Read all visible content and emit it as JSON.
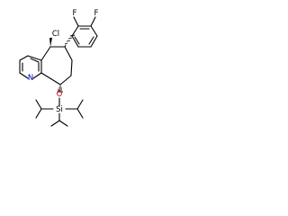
{
  "molecule": {
    "atom_labels": {
      "chlorine": "Cl",
      "fluorine_1": "F",
      "fluorine_2": "F",
      "nitrogen": "N",
      "oxygen": "O",
      "silicon": "Si"
    },
    "colors": {
      "bond": "#000000",
      "nitrogen": "#0000cc",
      "oxygen": "#cc0000",
      "other_atoms": "#000000"
    }
  }
}
